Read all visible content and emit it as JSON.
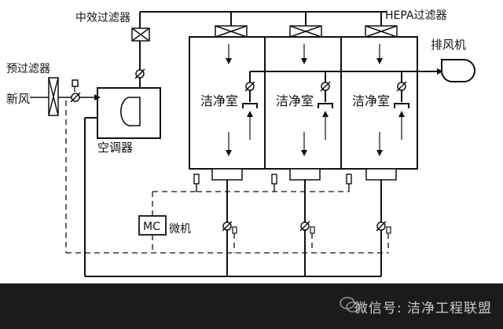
{
  "labels": {
    "medium_filter": "中效过滤器",
    "hepa_filter": "HEPA过滤器",
    "pre_filter": "预过滤器",
    "fresh_air": "新风",
    "ahu": "空调器",
    "exhaust_fan": "排风机",
    "clean_room": "洁净室",
    "mc": "MC",
    "microcomputer": "微机"
  },
  "rooms": [
    {
      "label": "洁净室"
    },
    {
      "label": "洁净室"
    },
    {
      "label": "洁净室"
    }
  ],
  "watermark": {
    "text": "微信号: 洁净工程联盟",
    "icon": "wechat-icon"
  },
  "colors": {
    "line": "#111111",
    "banner": "#1b1b1b"
  }
}
